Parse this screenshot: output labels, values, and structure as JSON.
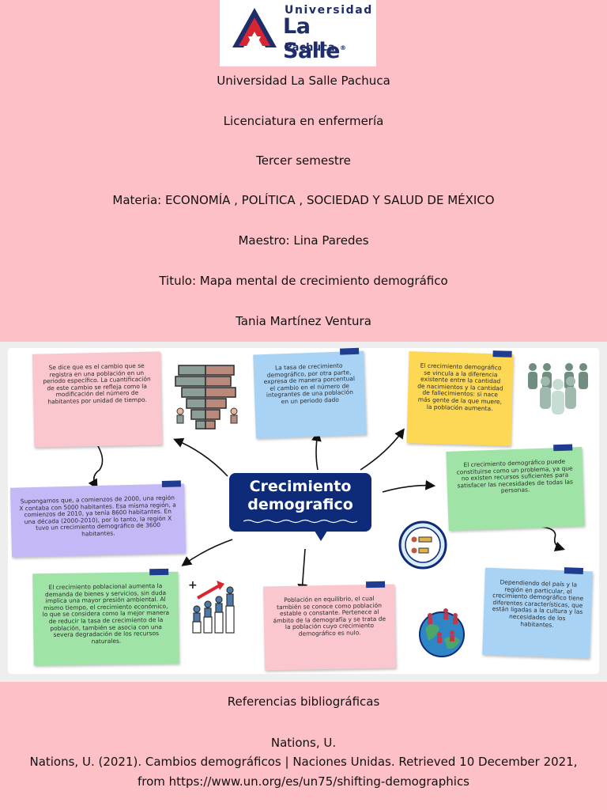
{
  "logo": {
    "line1": "Universidad",
    "line2": "La Salle",
    "mark": "®",
    "line3": "Pachuca"
  },
  "header": {
    "university": "Universidad La Salle Pachuca",
    "degree": "Licenciatura en enfermería",
    "semester": "Tercer semestre",
    "subject": "Materia: ECONOMÍA , POLÍTICA , SOCIEDAD Y SALUD DE MÉXICO",
    "teacher": "Maestro:  Lina Paredes",
    "title": "Titulo: Mapa mental de crecimiento demográfico",
    "author": "Tania Martínez Ventura"
  },
  "mindmap": {
    "center": {
      "line1": "Crecimiento",
      "line2": "demografico"
    },
    "notes": {
      "pink_top": "Se dice que es el cambio que se registra en una población en un periodo específico. La cuantificación de este cambio se refleja como la modificación del número de habitantes por unidad de tiempo.",
      "blue_top": "La tasa de crecimiento demográfico, por otra parte, expresa de manera porcentual el cambio en el número de integrantes de una población en un periodo dado",
      "yellow": "El crecimiento demográfico se vincula a la diferencia existente entre la cantidad de nacimientos y la cantidad de fallecimientos: si nace más gente de la que muere, la población aumenta.",
      "purple": "Supongamos que, a comienzos de 2000, una región X contaba con 5000 habitantes. Esa misma región, a comienzos de 2010, ya tenía 8600 habitantes. En una década (2000-2010), por lo tanto, la región X tuvo un crecimiento demográfico de 3600 habitantes.",
      "green_right": "El crecimiento demográfico puede constituirse como un problema, ya que no existen recursos suficientes para satisfacer las necesidades de todas las personas.",
      "green_bottom": "El crecimiento poblacional aumenta la demanda de bienes y servicios, sin duda implica una mayor presión ambiental. Al mismo tiempo, el crecimiento económico, lo que se considera como la mejor manera de reducir la tasa de crecimiento de la población, también se asocia con una severa degradación de los recursos naturales.",
      "pink_bottom": "Población en equilibrio, el cual también se conoce como población estable o constante. Pertenece al ámbito de la demografía y se trata de la población cuyo crecimiento demográfico es nulo.",
      "blue_bottom": "Dependiendo del país y la región en particular, el crecimiento demográfico tiene diferentes características, que están ligadas a la cultura y las necesidades de los habitantes."
    },
    "icons": [
      "population-pyramid-icon",
      "people-group-icon",
      "population-chart-icon",
      "growth-chart-icon",
      "world-population-icon"
    ]
  },
  "references": {
    "heading": "Referencias bibliográficas",
    "short": "Nations, U.",
    "full_line1": "Nations, U. (2021). Cambios demográficos | Naciones Unidas. Retrieved 10 December 2021,",
    "full_line2": "from https://www.un.org/es/un75/shifting-demographics"
  },
  "colors": {
    "background": "#fdc0c6",
    "brand_navy": "#1f2d6b",
    "brand_red": "#d9252f",
    "center_node": "#0d2b78",
    "note_pink": "#f9c7cd",
    "note_blue": "#a9d3f5",
    "note_yellow": "#fcd855",
    "note_purple": "#c5b8f7",
    "note_green": "#9fe4a6"
  }
}
